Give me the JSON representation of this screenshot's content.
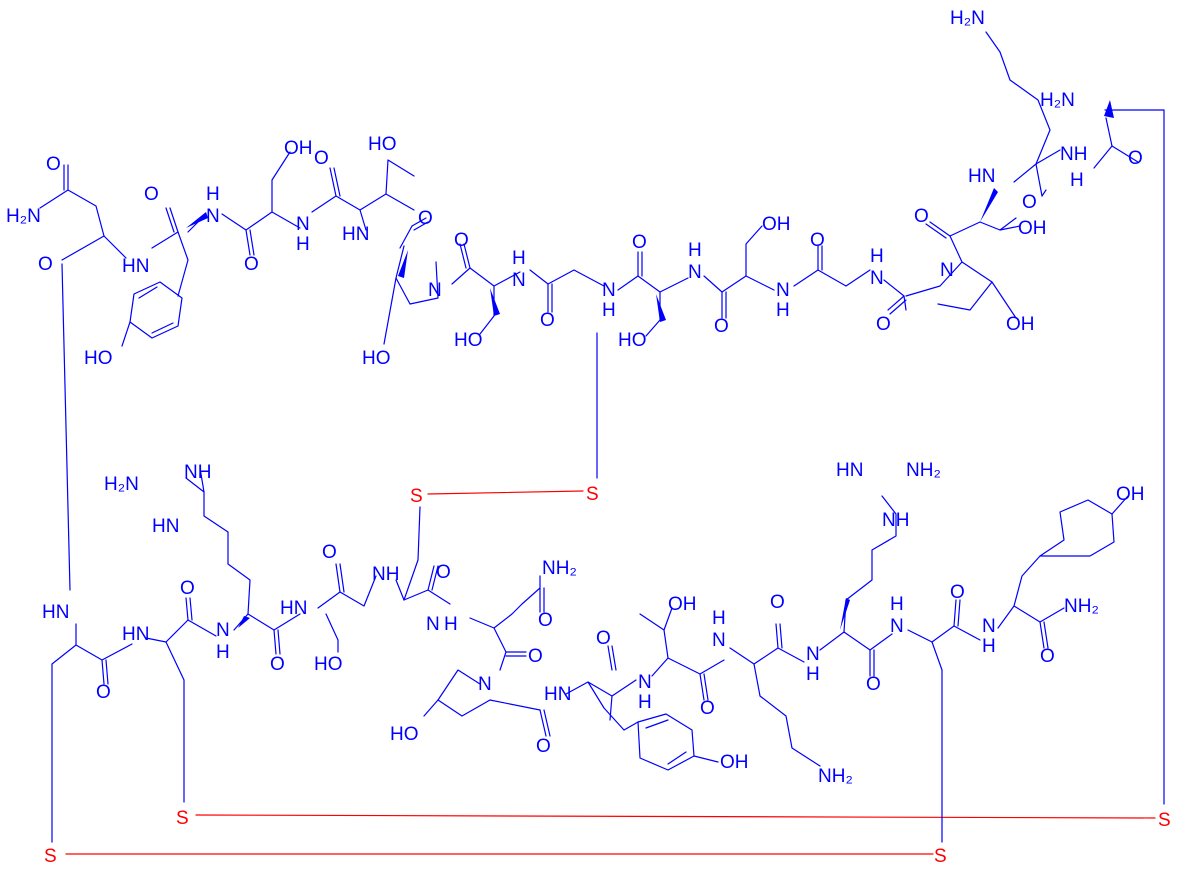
{
  "colors": {
    "atom": "#0000ff",
    "disulfide": "#ff0000",
    "background": "#ffffff"
  },
  "labels": {
    "h2n": "H₂N",
    "nh2": "NH₂",
    "nh": "NH",
    "hn": "HN",
    "n": "N",
    "h": "H",
    "o": "O",
    "oh": "OH",
    "ho": "HO",
    "s": "S"
  }
}
